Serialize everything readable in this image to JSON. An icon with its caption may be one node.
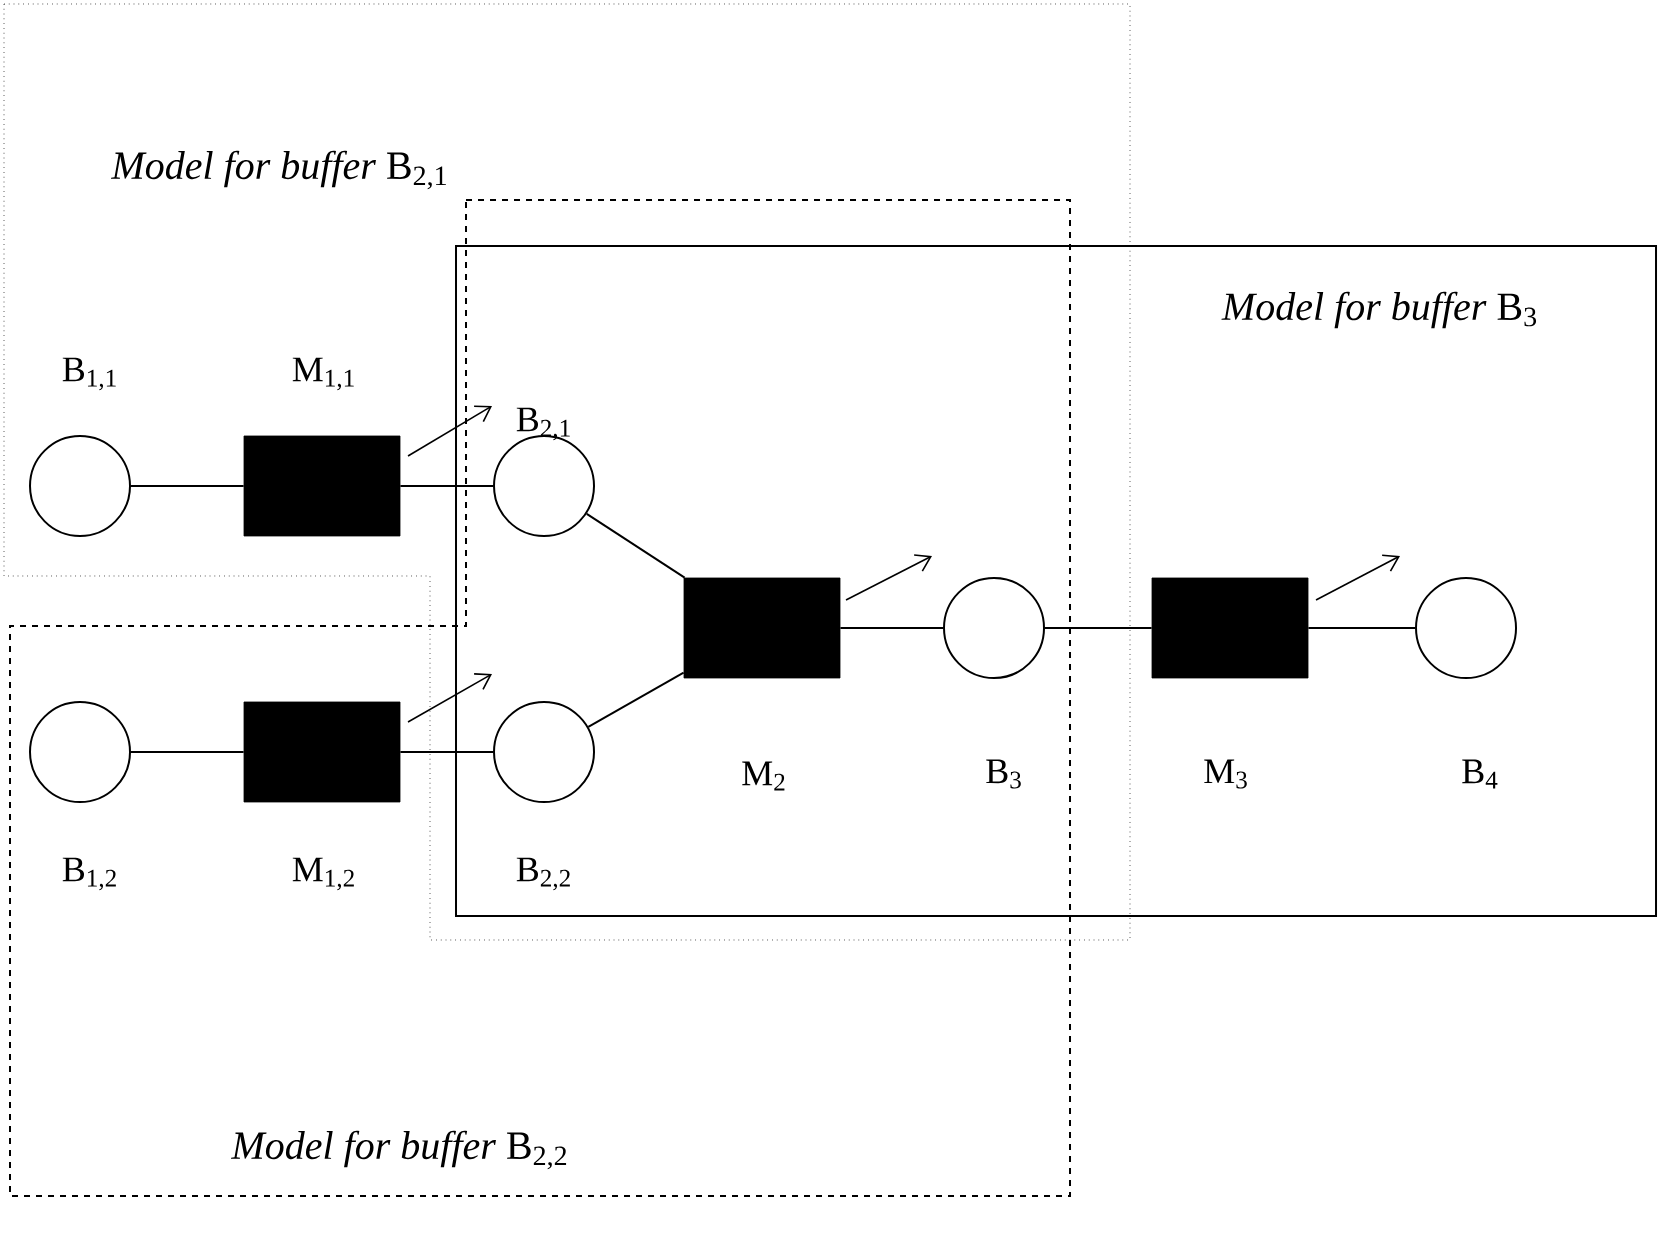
{
  "diagram": {
    "nodes": [
      {
        "text": [],
        "shape": "circle",
        "beside": [
          "B$_{1,1}$"
        ]
      },
      {
        "text": [],
        "shape": "box",
        "beside": [
          "M$_{1,1}$"
        ]
      },
      {
        "text": [],
        "shape": "circle",
        "beside": [
          "B$_{2,1}$"
        ]
      },
      {
        "text": [],
        "shape": "circle",
        "beside": [
          "B$_{1,2}$"
        ]
      },
      {
        "text": [],
        "shape": "box",
        "beside": [
          "M$_{1,2}$"
        ]
      },
      {
        "text": [],
        "shape": "circle",
        "beside": [
          "B$_{2,2}$"
        ]
      },
      {
        "text": [],
        "shape": "box",
        "beside": [
          "M$_{2}$"
        ]
      },
      {
        "text": [],
        "shape": "circle",
        "beside": [
          "B$_{3}$"
        ]
      },
      {
        "text": [],
        "shape": "box",
        "beside": [
          "M$_{3}$"
        ]
      },
      {
        "text": [],
        "shape": "circle",
        "beside": [
          "B$_{4}$"
        ]
      }
    ],
    "edges": [
      {
        "from": 0,
        "to": 1,
        "arrow": "none"
      },
      {
        "from": 1,
        "to": 2,
        "arrow": "none"
      },
      {
        "from": 3,
        "to": 4,
        "arrow": "none"
      },
      {
        "from": 4,
        "to": 5,
        "arrow": "none"
      },
      {
        "from": 2,
        "to": 6,
        "arrow": "none"
      },
      {
        "from": 5,
        "to": 6,
        "arrow": "none"
      },
      {
        "from": 6,
        "to": 7,
        "arrow": "none"
      },
      {
        "from": 7,
        "to": 8,
        "arrow": "none"
      },
      {
        "from": 8,
        "to": 9,
        "arrow": "none"
      }
    ],
    "labels": [
      "*Model for buffer* B$_{2,1}$",
      "*Model for buffer* B$_{3}$",
      "*Model for buffer* B$_{2,2}$"
    ]
  }
}
